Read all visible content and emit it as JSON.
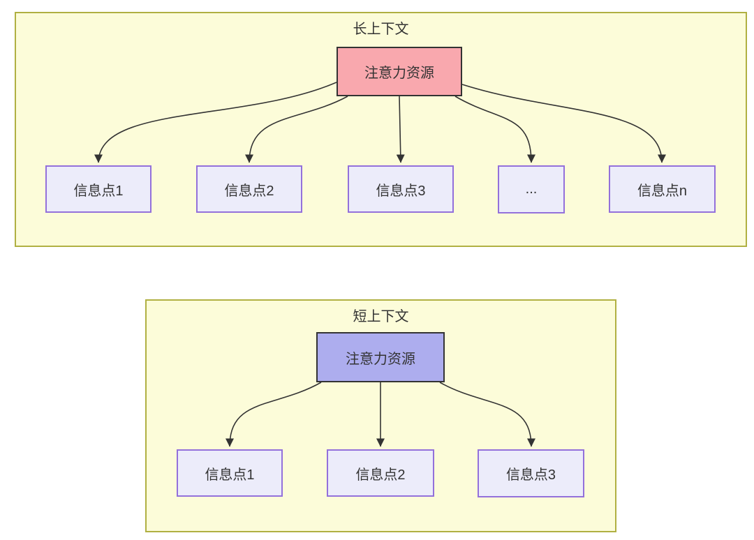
{
  "long_context": {
    "title": "长上下文",
    "attention_label": "注意力资源",
    "info_points": [
      "信息点1",
      "信息点2",
      "信息点3",
      "...",
      "信息点n"
    ]
  },
  "short_context": {
    "title": "短上下文",
    "attention_label": "注意力资源",
    "info_points": [
      "信息点1",
      "信息点2",
      "信息点3"
    ]
  },
  "colors": {
    "panel_fill": "#fcfcd9",
    "panel_border": "#b0b042",
    "attention_long_fill": "#f9a8ae",
    "attention_short_fill": "#adadee",
    "attention_border": "#333333",
    "info_fill": "#ececfa",
    "info_border": "#9370db",
    "arrow": "#333333",
    "text": "#333333"
  }
}
